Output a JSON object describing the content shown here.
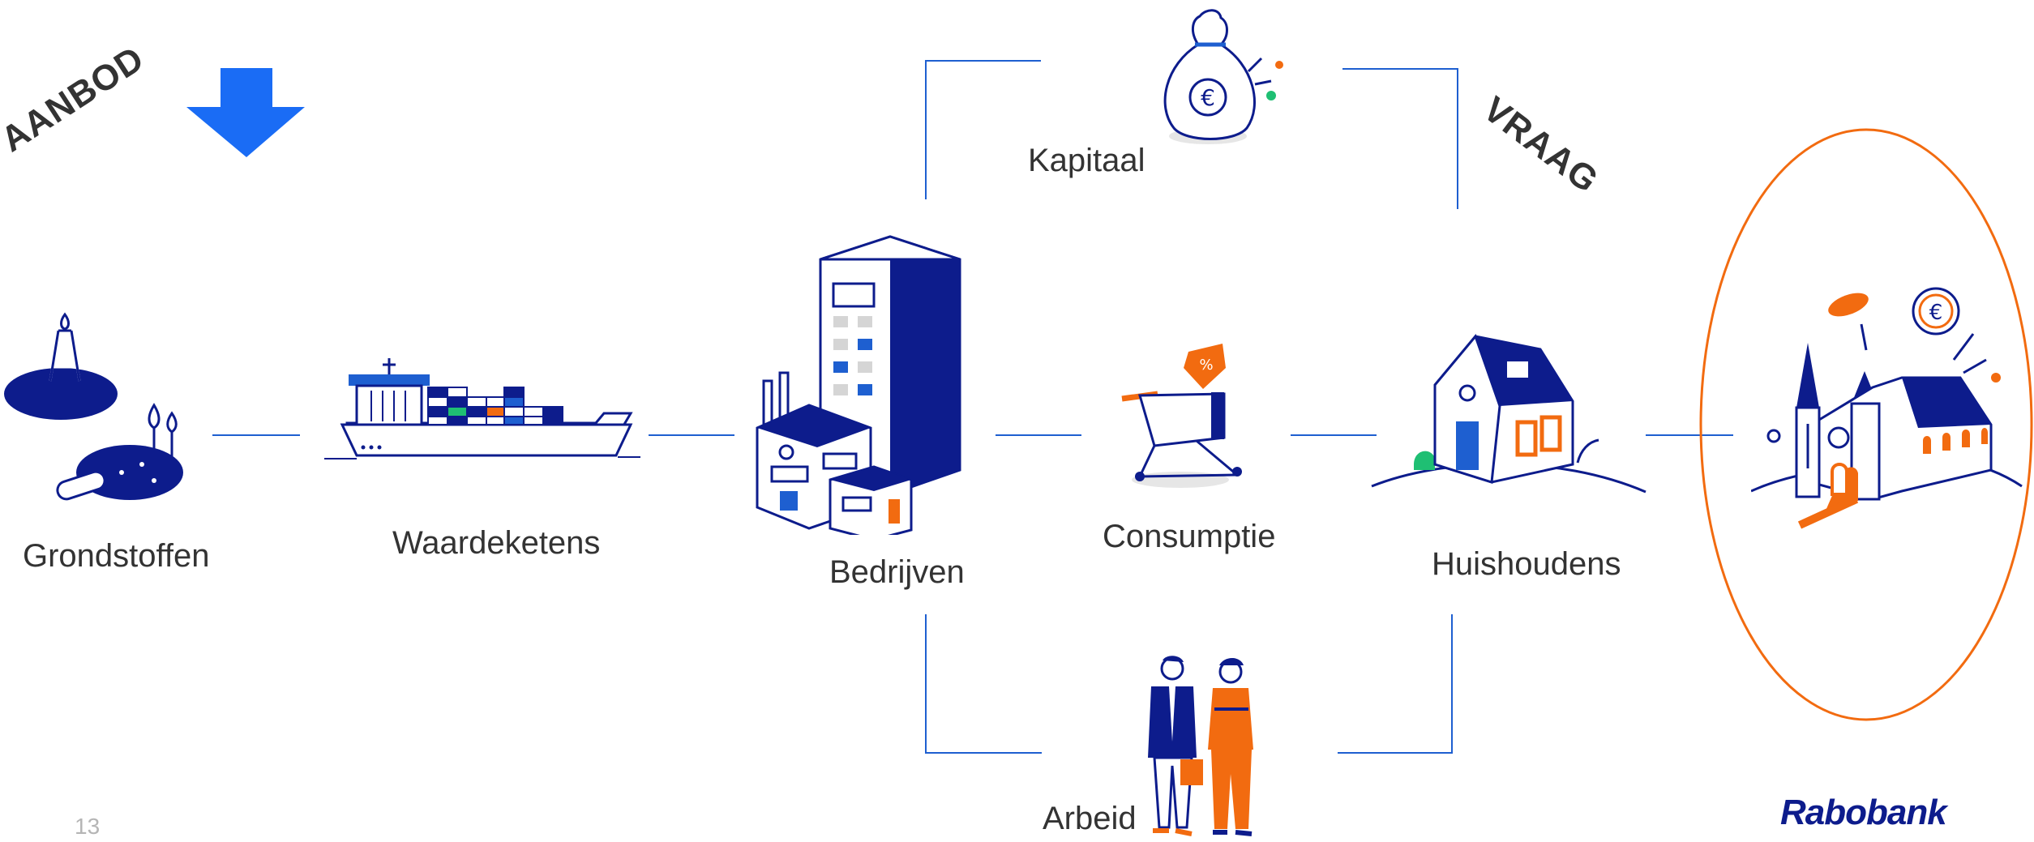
{
  "labels": {
    "aanbod": "AANBOD",
    "vraag": "VRAAG",
    "grondstoffen": "Grondstoffen",
    "waardeketens": "Waardeketens",
    "bedrijven": "Bedrijven",
    "kapitaal": "Kapitaal",
    "consumptie": "Consumptie",
    "huishoudens": "Huishoudens",
    "arbeid": "Arbeid"
  },
  "footer": {
    "slide_number": "13",
    "brand": "Rabobank"
  },
  "icons": {
    "raw_materials": "oil-rig-and-field-icon",
    "value_chains": "container-ship-icon",
    "companies": "office-and-factory-icon",
    "capital": "money-bag-euro-icon",
    "consumption": "shopping-cart-icon",
    "households": "house-icon",
    "labour": "workers-icon",
    "community": "church-with-coins-icon",
    "supply_arrow": "down-arrow-icon"
  },
  "colors": {
    "navy": "#0d1c8c",
    "blue": "#1e5fd0",
    "orange": "#f26b10",
    "arrow_blue": "#1a6cf5",
    "green": "#1fbf73"
  }
}
